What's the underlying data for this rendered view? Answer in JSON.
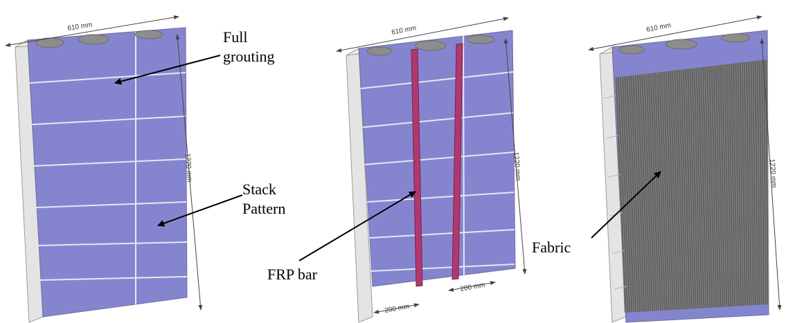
{
  "colors": {
    "face": "#8585cf",
    "face_dark": "#7474bd",
    "side": "#e4e4e4",
    "top": "#ecedd6",
    "core": "#8d8d8d",
    "bar": "#b0386e",
    "fabric": "#636363",
    "line": "#555555"
  },
  "panels": [
    {
      "id": "full-grouting-stack",
      "width_dim": "610 mm",
      "height_dim": "1220 mm",
      "callouts": [
        {
          "text_lines": [
            "Full",
            "grouting"
          ]
        },
        {
          "text_lines": [
            "Stack",
            "Pattern"
          ]
        }
      ]
    },
    {
      "id": "frp-bar",
      "width_dim": "610 mm",
      "height_dim": "1220 mm",
      "bottom_dims": [
        "200 mm",
        "200 mm"
      ],
      "callouts": [
        {
          "text_lines": [
            "FRP bar"
          ]
        }
      ]
    },
    {
      "id": "fabric",
      "width_dim": "610 mm",
      "height_dim": "1220 mm",
      "callouts": [
        {
          "text_lines": [
            "Fabric"
          ]
        }
      ]
    }
  ]
}
